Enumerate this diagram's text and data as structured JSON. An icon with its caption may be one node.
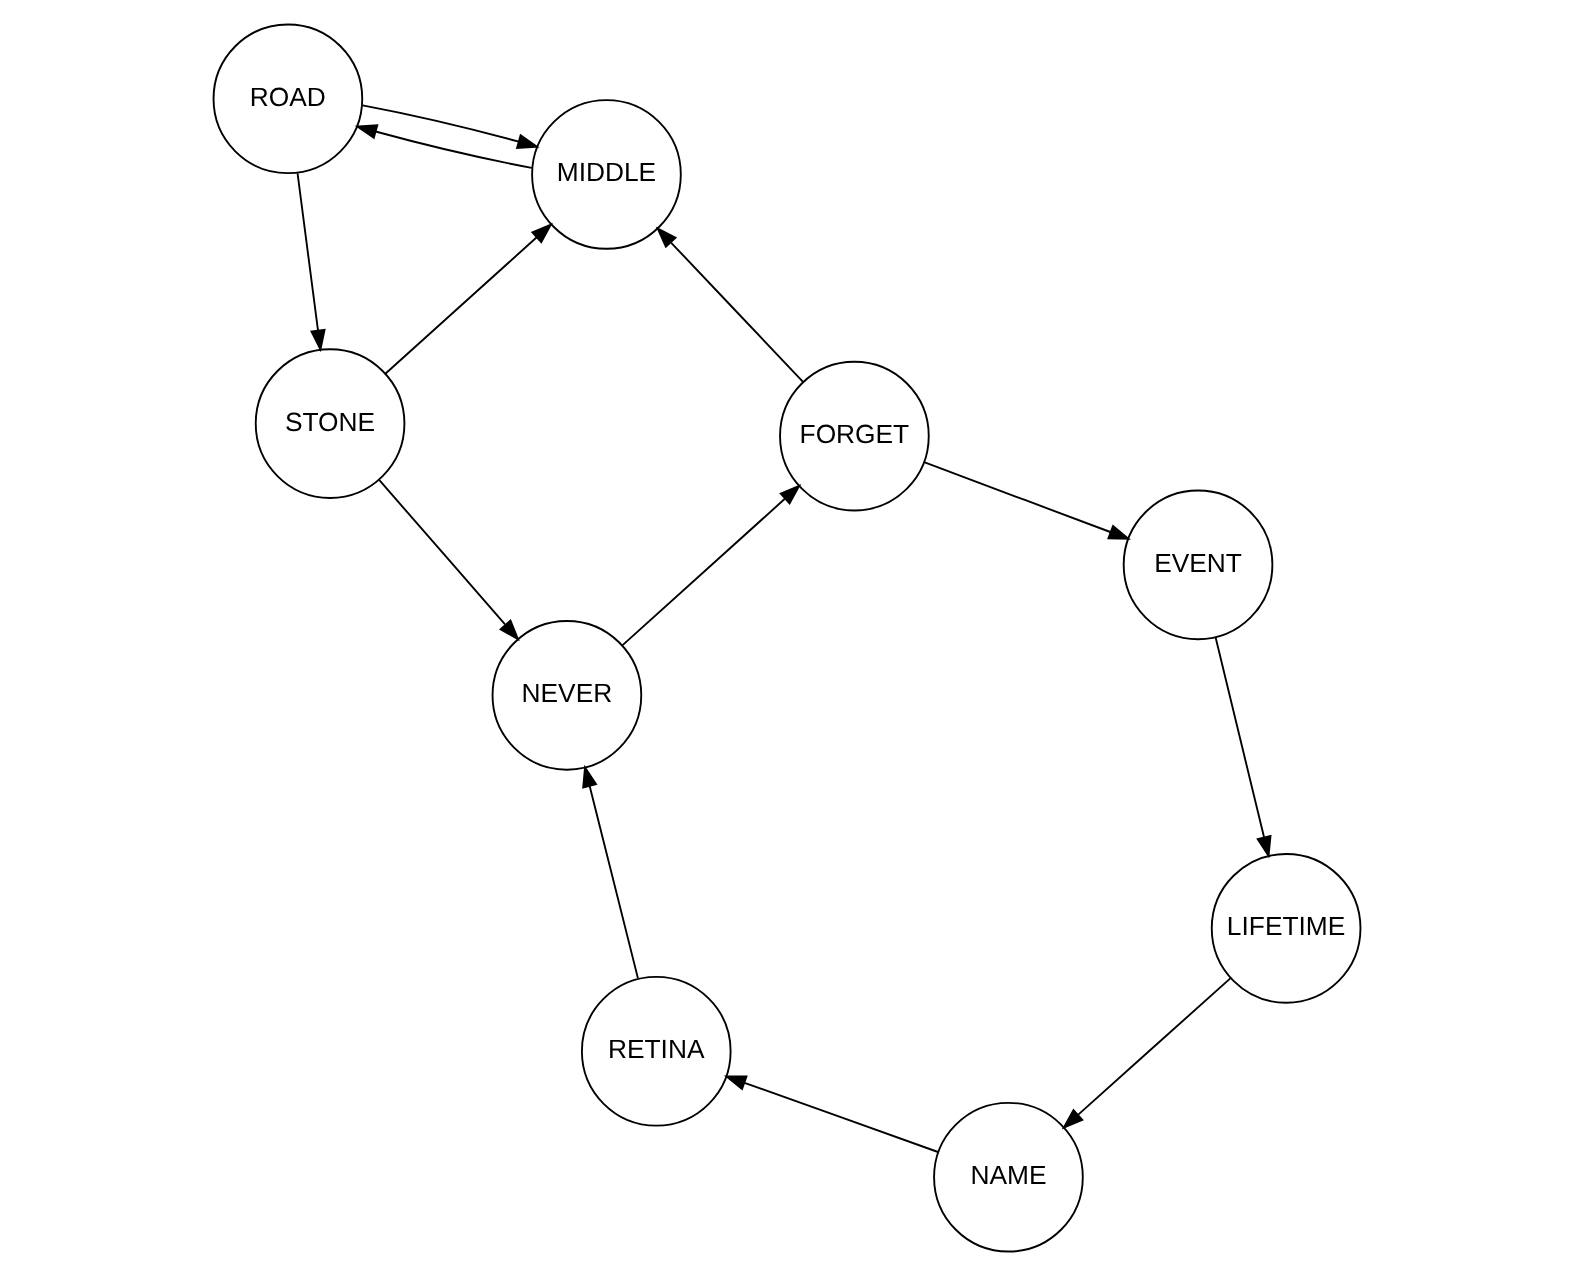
{
  "diagram": {
    "nodes": [
      {
        "text": [
          "MIDDLE"
        ]
      },
      {
        "text": [
          "EVENT"
        ]
      },
      {
        "text": [
          "FORGET"
        ]
      },
      {
        "text": [
          "ROAD"
        ]
      },
      {
        "text": [
          "STONE"
        ]
      },
      {
        "text": [
          "LIFETIME"
        ]
      },
      {
        "text": [
          "NEVER"
        ]
      },
      {
        "text": [
          "NAME"
        ]
      },
      {
        "text": [
          "RETINA"
        ]
      }
    ],
    "edges": [
      {
        "from": 2,
        "to": 0,
        "arrow": "to"
      },
      {
        "from": 0,
        "to": 3,
        "arrow": "to"
      },
      {
        "from": 3,
        "to": 0,
        "arrow": "to"
      },
      {
        "from": 4,
        "to": 0,
        "arrow": "to"
      },
      {
        "from": 3,
        "to": 4,
        "arrow": "to"
      },
      {
        "from": 4,
        "to": 6,
        "arrow": "to"
      },
      {
        "from": 6,
        "to": 2,
        "arrow": "to"
      },
      {
        "from": 2,
        "to": 1,
        "arrow": "to"
      },
      {
        "from": 1,
        "to": 5,
        "arrow": "to"
      },
      {
        "from": 5,
        "to": 7,
        "arrow": "to"
      },
      {
        "from": 7,
        "to": 8,
        "arrow": "to"
      },
      {
        "from": 8,
        "to": 6,
        "arrow": "to"
      }
    ]
  }
}
